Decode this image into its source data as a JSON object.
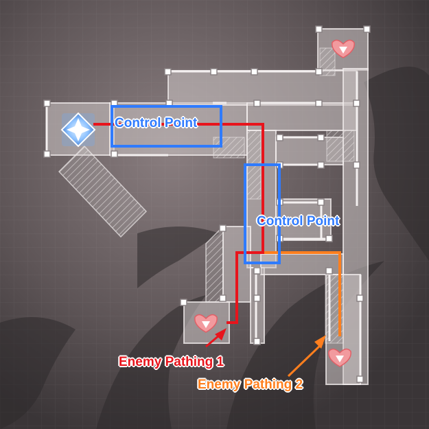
{
  "map": {
    "labels": {
      "control_point_1": "Control Point",
      "control_point_2": "Control Point",
      "enemy_pathing_1": "Enemy Pathing 1",
      "enemy_pathing_2": "Enemy Pathing 2"
    },
    "colors": {
      "control_point": "#2f7bff",
      "enemy_pathing_1": "#e8141c",
      "enemy_pathing_2": "#ff7f1e",
      "tiles": "#c9c2c3",
      "background": "#4a4446"
    },
    "icons": {
      "protection_objective": "diamond-star-icon",
      "enemy_spawn": "enemy-spawn-icon"
    }
  }
}
